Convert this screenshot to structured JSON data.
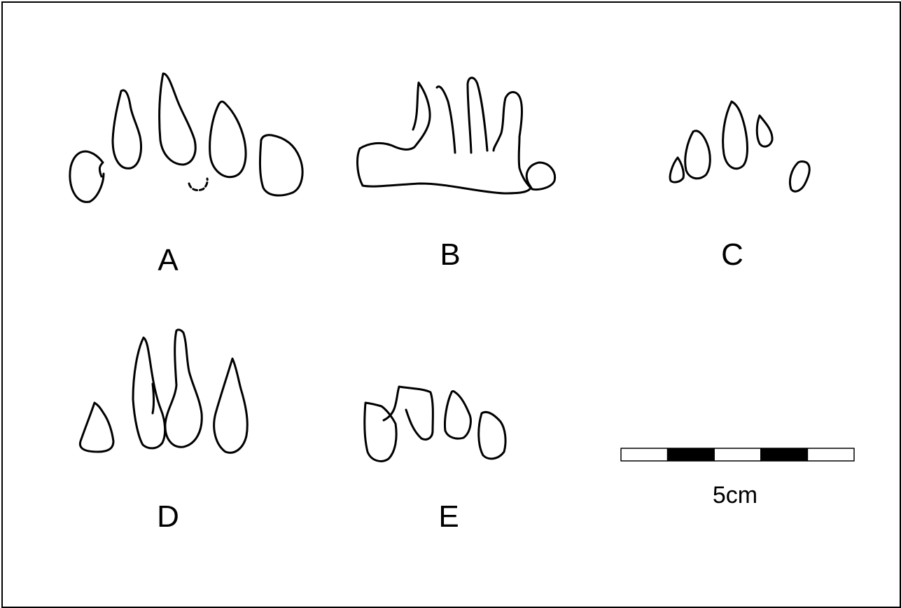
{
  "figure": {
    "labels": {
      "a": "A",
      "b": "B",
      "c": "C",
      "d": "D",
      "e": "E"
    },
    "scale_bar": {
      "label": "5cm",
      "segments": 5,
      "segment_colors": [
        "#ffffff",
        "#000000",
        "#ffffff",
        "#000000",
        "#ffffff"
      ]
    },
    "stroke_color": "#000000",
    "background_color": "#ffffff"
  }
}
